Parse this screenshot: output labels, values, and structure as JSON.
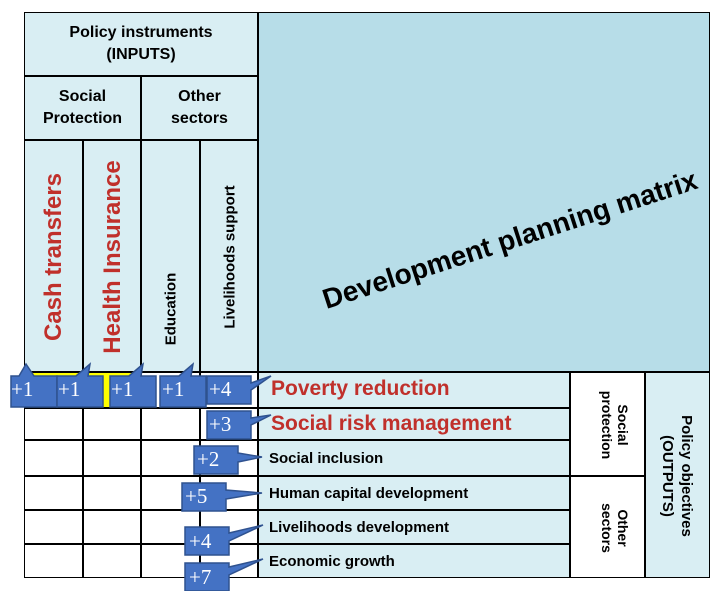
{
  "header": {
    "policy_instruments": "Policy instruments",
    "inputs": "(INPUTS)",
    "social": "Social",
    "protection": "Protection",
    "other": "Other",
    "sectors": "sectors"
  },
  "instruments": [
    {
      "label": "Cash transfers",
      "color": "#c0302b"
    },
    {
      "label": "Health Insurance",
      "color": "#c0302b"
    },
    {
      "label": "Education",
      "color": "#000000"
    },
    {
      "label": "Livelihoods support",
      "color": "#000000"
    }
  ],
  "matrix_title": "Development planning matrix",
  "objectives": [
    {
      "label": "Poverty reduction",
      "score": "+4",
      "color": "#c0302b"
    },
    {
      "label": "Social risk management",
      "score": "+3",
      "color": "#c0302b"
    },
    {
      "label": "Social inclusion",
      "score": "+2",
      "color": "#000000"
    },
    {
      "label": "Human capital development",
      "score": "+5",
      "color": "#000000"
    },
    {
      "label": "Livelihoods development",
      "score": "+4",
      "color": "#000000"
    },
    {
      "label": "Economic growth",
      "score": "+7",
      "color": "#000000"
    }
  ],
  "instrument_scores": [
    "+1",
    "+1",
    "+1",
    "+1"
  ],
  "side_labels": {
    "social_protection_1": "Social",
    "social_protection_2": "protection",
    "other_sectors_1": "Other",
    "other_sectors_2": "sectors",
    "policy_objectives": "Policy objectives",
    "outputs": "(OUTPUTS)"
  },
  "colors": {
    "light_blue": "#d9eef3",
    "matrix_blue": "#b7dde8",
    "highlight_yellow": "#ffff00",
    "callout_blue": "#4472c4",
    "red": "#c0302b"
  }
}
